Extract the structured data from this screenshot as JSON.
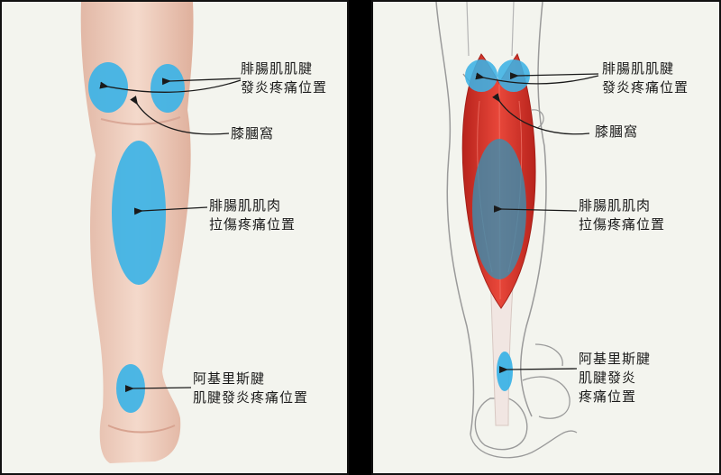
{
  "colors": {
    "background": "#000000",
    "panel": "#f3f4ee",
    "highlight": "#3db3e6",
    "skin": "#efd0c0",
    "muscle": "#d9382c",
    "tendon": "#f1e6e2",
    "outline": "#9a9a9a",
    "arrow": "#1a1a1a"
  },
  "left_panel": {
    "labels": {
      "gastroc_tendon": [
        "腓腸肌肌腱",
        "發炎疼痛位置"
      ],
      "popliteal": [
        "膝膕窩"
      ],
      "gastroc_muscle": [
        "腓腸肌肌肉",
        "拉傷疼痛位置"
      ],
      "achilles": [
        "阿基里斯腱",
        "肌腱發炎疼痛位置"
      ]
    }
  },
  "right_panel": {
    "labels": {
      "gastroc_tendon": [
        "腓腸肌肌腱",
        "發炎疼痛位置"
      ],
      "popliteal": [
        "膝膕窩"
      ],
      "gastroc_muscle": [
        "腓腸肌肌肉",
        "拉傷疼痛位置"
      ],
      "achilles": [
        "阿基里斯腱",
        "肌腱發炎",
        "疼痛位置"
      ]
    }
  }
}
